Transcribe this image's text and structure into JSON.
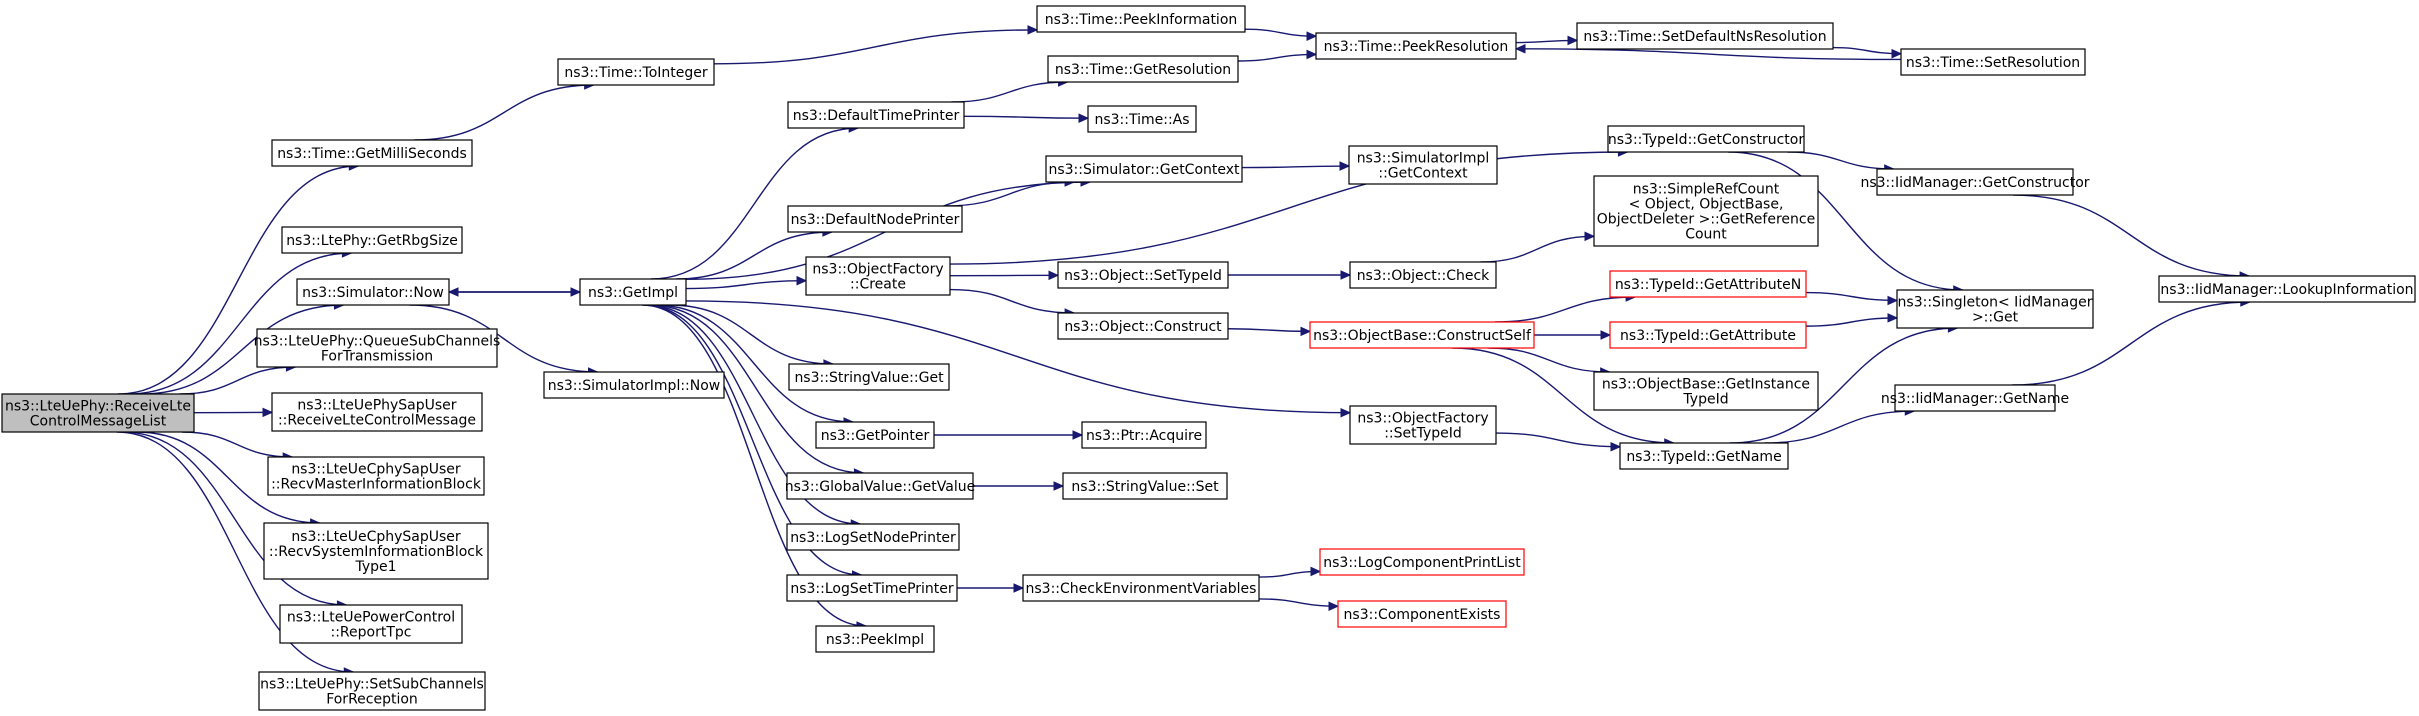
{
  "title": "",
  "colors": {
    "edge": "#191970",
    "node_border": "#000000",
    "node_border_highlight": "#ff0000",
    "root_fill": "#bfbfbf"
  },
  "nodes": {
    "root": {
      "lines": [
        "ns3::LteUePhy::ReceiveLte",
        "ControlMessageList"
      ],
      "style": "root"
    },
    "getMilliSeconds": {
      "lines": [
        "ns3::Time::GetMilliSeconds"
      ]
    },
    "getRbgSize": {
      "lines": [
        "ns3::LtePhy::GetRbgSize"
      ]
    },
    "simulatorNow": {
      "lines": [
        "ns3::Simulator::Now"
      ]
    },
    "queueSubChannels": {
      "lines": [
        "ns3::LteUePhy::QueueSubChannels",
        "ForTransmission"
      ]
    },
    "receiveLteCtrlMsg": {
      "lines": [
        "ns3::LteUePhySapUser",
        "::ReceiveLteControlMessage"
      ]
    },
    "recvMib": {
      "lines": [
        "ns3::LteUeCphySapUser",
        "::RecvMasterInformationBlock"
      ]
    },
    "recvSib": {
      "lines": [
        "ns3::LteUeCphySapUser",
        "::RecvSystemInformationBlock",
        "Type1"
      ]
    },
    "reportTpc": {
      "lines": [
        "ns3::LteUePowerControl",
        "::ReportTpc"
      ]
    },
    "setSubChannels": {
      "lines": [
        "ns3::LteUePhy::SetSubChannels",
        "ForReception"
      ]
    },
    "toInteger": {
      "lines": [
        "ns3::Time::ToInteger"
      ]
    },
    "getImpl": {
      "lines": [
        "ns3::GetImpl"
      ]
    },
    "simImplNow": {
      "lines": [
        "ns3::SimulatorImpl::Now"
      ]
    },
    "peekInformation": {
      "lines": [
        "ns3::Time::PeekInformation"
      ]
    },
    "peekResolution": {
      "lines": [
        "ns3::Time::PeekResolution"
      ]
    },
    "setDefaultNsRes": {
      "lines": [
        "ns3::Time::SetDefaultNsResolution"
      ]
    },
    "setResolution": {
      "lines": [
        "ns3::Time::SetResolution"
      ]
    },
    "getResolution": {
      "lines": [
        "ns3::Time::GetResolution"
      ]
    },
    "defaultTimePrinter": {
      "lines": [
        "ns3::DefaultTimePrinter"
      ]
    },
    "timeAs": {
      "lines": [
        "ns3::Time::As"
      ]
    },
    "getContext": {
      "lines": [
        "ns3::Simulator::GetContext"
      ]
    },
    "simImplGetContext": {
      "lines": [
        "ns3::SimulatorImpl",
        "::GetContext"
      ]
    },
    "defaultNodePrinter": {
      "lines": [
        "ns3::DefaultNodePrinter"
      ]
    },
    "objFactoryCreate": {
      "lines": [
        "ns3::ObjectFactory",
        "::Create"
      ]
    },
    "objSetTypeId": {
      "lines": [
        "ns3::Object::SetTypeId"
      ]
    },
    "objCheck": {
      "lines": [
        "ns3::Object::Check"
      ]
    },
    "objConstruct": {
      "lines": [
        "ns3::Object::Construct"
      ]
    },
    "stringValueGet": {
      "lines": [
        "ns3::StringValue::Get"
      ]
    },
    "getPointer": {
      "lines": [
        "ns3::GetPointer"
      ]
    },
    "ptrAcquire": {
      "lines": [
        "ns3::Ptr::Acquire"
      ]
    },
    "globalValueGetValue": {
      "lines": [
        "ns3::GlobalValue::GetValue"
      ]
    },
    "stringValueSet": {
      "lines": [
        "ns3::StringValue::Set"
      ]
    },
    "logSetNodePrinter": {
      "lines": [
        "ns3::LogSetNodePrinter"
      ]
    },
    "logSetTimePrinter": {
      "lines": [
        "ns3::LogSetTimePrinter"
      ]
    },
    "checkEnvVars": {
      "lines": [
        "ns3::CheckEnvironmentVariables"
      ]
    },
    "peekImpl": {
      "lines": [
        "ns3::PeekImpl"
      ]
    },
    "typeIdGetConstructor": {
      "lines": [
        "ns3::TypeId::GetConstructor"
      ]
    },
    "simpleRefCount": {
      "lines": [
        "ns3::SimpleRefCount",
        "< Object, ObjectBase,",
        "ObjectDeleter >::GetReference",
        "Count"
      ]
    },
    "objBaseConstructSelf": {
      "lines": [
        "ns3::ObjectBase::ConstructSelf"
      ],
      "style": "red"
    },
    "typeIdGetAttributeN": {
      "lines": [
        "ns3::TypeId::GetAttributeN"
      ],
      "style": "red"
    },
    "typeIdGetAttribute": {
      "lines": [
        "ns3::TypeId::GetAttribute"
      ],
      "style": "red"
    },
    "objBaseGetInstanceTypeId": {
      "lines": [
        "ns3::ObjectBase::GetInstance",
        "TypeId"
      ]
    },
    "objFactorySetTypeId": {
      "lines": [
        "ns3::ObjectFactory",
        "::SetTypeId"
      ]
    },
    "typeIdGetName": {
      "lines": [
        "ns3::TypeId::GetName"
      ]
    },
    "logComponentPrintList": {
      "lines": [
        "ns3::LogComponentPrintList"
      ],
      "style": "red"
    },
    "componentExists": {
      "lines": [
        "ns3::ComponentExists"
      ],
      "style": "red"
    },
    "iidMgrGetConstructor": {
      "lines": [
        "ns3::IidManager::GetConstructor"
      ]
    },
    "singletonGet": {
      "lines": [
        "ns3::Singleton< IidManager",
        " >::Get"
      ]
    },
    "iidMgrGetName": {
      "lines": [
        "ns3::IidManager::GetName"
      ]
    },
    "iidMgrLookupInfo": {
      "lines": [
        "ns3::IidManager::LookupInformation"
      ]
    }
  }
}
